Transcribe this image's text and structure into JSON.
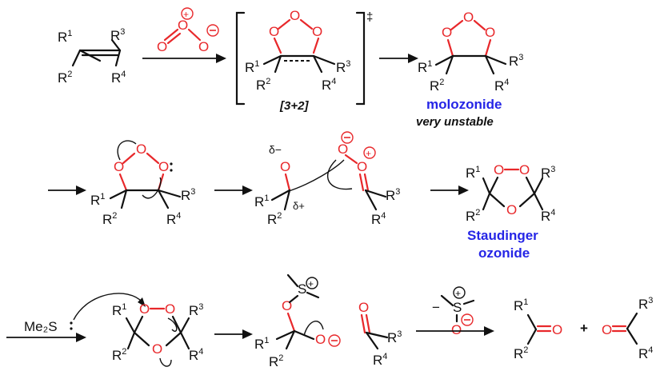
{
  "labels": {
    "r1": "R",
    "r2": "R",
    "r3": "R",
    "r4": "R",
    "sup1": "1",
    "sup2": "2",
    "sup3": "3",
    "sup4": "4",
    "oxygen": "O",
    "plus": "+",
    "minus": "−",
    "double_dagger": "‡",
    "ts_label": "[3+2]",
    "delta_minus": "δ−",
    "delta_plus": "δ+",
    "me2s": "Me₂S",
    "sulfur": "S",
    "plus_sign": "+"
  },
  "names": {
    "molozonide": "molozonide",
    "molozonide_note": "very unstable",
    "staudinger_line1": "Staudinger",
    "staudinger_line2": "ozonide"
  },
  "colors": {
    "oxygen": "#e8282b",
    "name_label": "#2525e6",
    "bond": "#111111",
    "background": "#ffffff"
  }
}
